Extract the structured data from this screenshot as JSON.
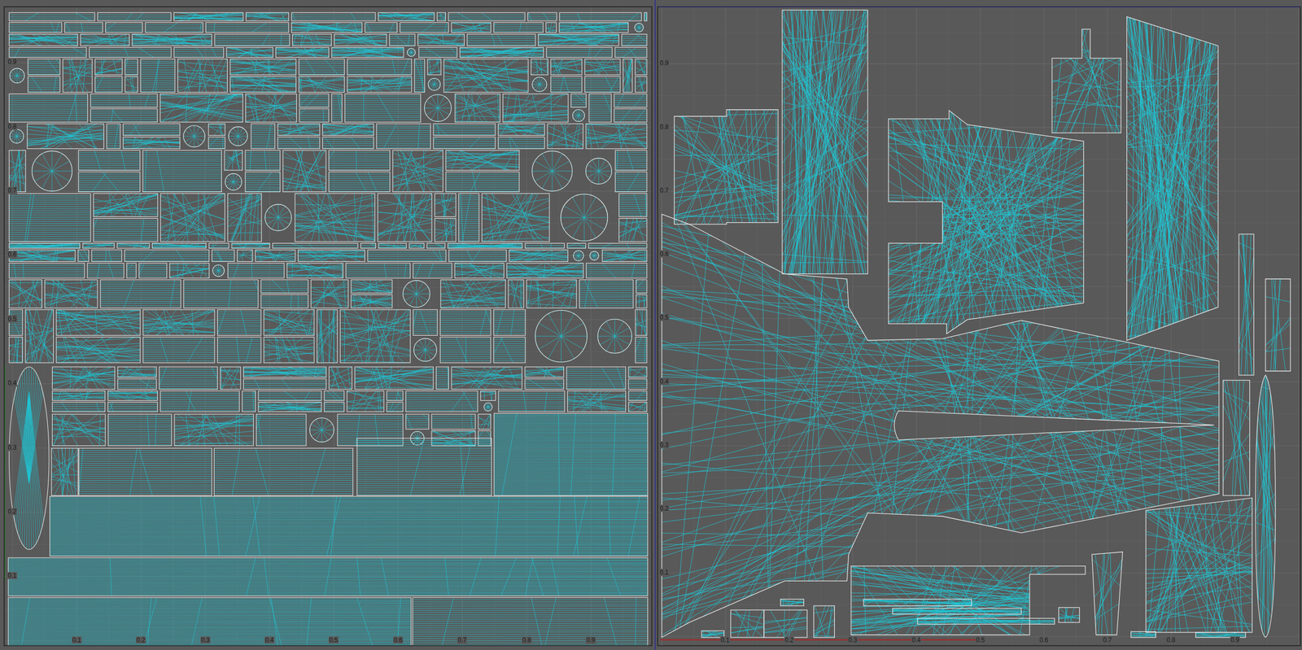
{
  "diagram": {
    "labels": [
      "0.9",
      "0.8",
      "0.7",
      "0.6",
      "0.5",
      "0.4",
      "0.3",
      "0.2",
      "0.1",
      "0.1",
      "0.2",
      "0.3",
      "0.4",
      "0.5",
      "0.6",
      "0.7",
      "0.8",
      "0.9",
      "0.9",
      "0.8",
      "0.7",
      "0.6",
      "0.5",
      "0.4",
      "0.3",
      "0.2",
      "0.1",
      "0.1",
      "0.2",
      "0.3",
      "0.4",
      "0.5",
      "0.6",
      "0.7",
      "0.8",
      "0.9"
    ]
  }
}
